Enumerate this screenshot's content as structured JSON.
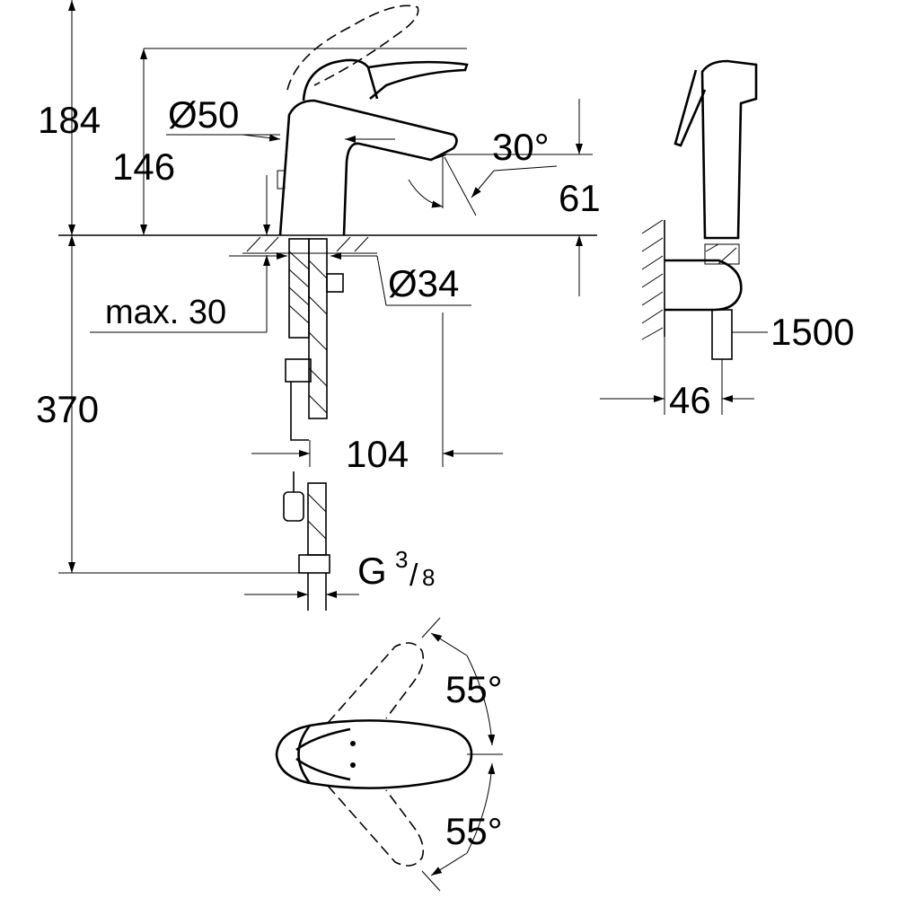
{
  "dimensions": {
    "total_height": "184",
    "spout_height": "146",
    "body_diameter": "Ø50",
    "spout_angle": "30°",
    "spout_outlet_height": "61",
    "hole_diameter": "Ø34",
    "max_deck_thickness": "max. 30",
    "hose_length": "370",
    "spout_reach": "104",
    "connection_thread": "G",
    "connection_thread_num": "3",
    "connection_thread_den": "8",
    "shower_hose_length": "1500",
    "holder_depth": "46",
    "lever_angle_up": "55°",
    "lever_angle_down": "55°"
  }
}
